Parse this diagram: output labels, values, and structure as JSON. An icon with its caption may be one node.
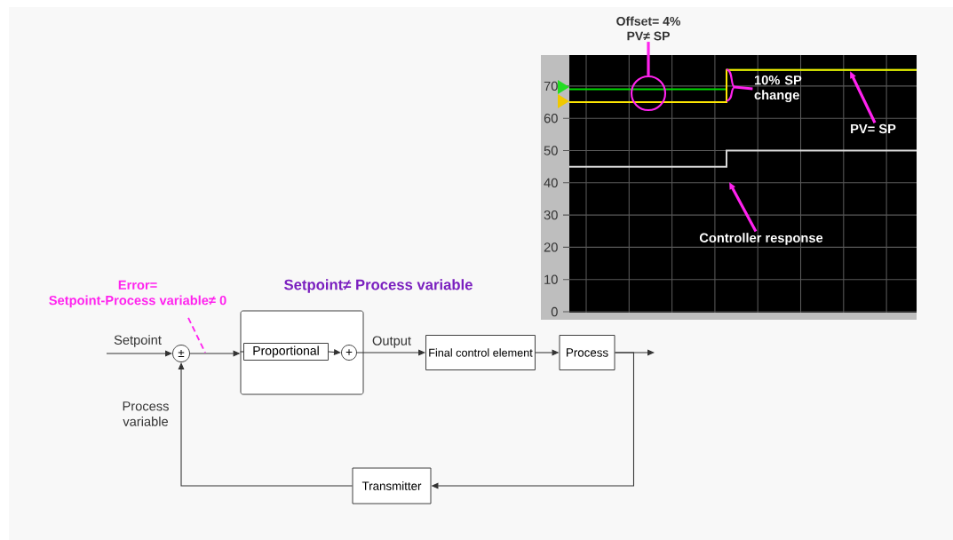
{
  "diagram": {
    "nodes": [
      {
        "text": [
          "Setpoint≠ Process variable"
        ]
      },
      {
        "text": [
          "Proportional"
        ],
        "in": 0
      },
      {
        "text": [
          "+"
        ],
        "in": 0
      },
      {
        "text": [
          "±"
        ]
      },
      {
        "text": [
          "Final control element"
        ]
      },
      {
        "text": [
          "Process"
        ]
      },
      {
        "text": [
          "Transmitter"
        ]
      },
      {
        "text": [
          "Error=",
          "Setpoint-Process variable≠ 0"
        ]
      },
      {
        "text": [
          "Offset= 4%",
          "PV≠ SP"
        ]
      },
      {
        "text": [],
        "shape": "circle"
      },
      {
        "text": [
          "10% SP change"
        ]
      },
      {
        "text": [
          "PV= SP"
        ]
      },
      {
        "text": [
          "Controller response"
        ]
      }
    ],
    "edges": [
      {
        "from": null,
        "to": 3,
        "arrow": "to",
        "label": "Setpoint"
      },
      {
        "from": 3,
        "to": 0,
        "arrow": "to"
      },
      {
        "from": 1,
        "to": 2,
        "arrow": "to"
      },
      {
        "from": 2,
        "to": 4,
        "arrow": "to",
        "label": "Output"
      },
      {
        "from": 4,
        "to": 5,
        "arrow": "to"
      },
      {
        "from": 5,
        "to": null,
        "arrow": "to"
      },
      {
        "from": 5,
        "to": 6,
        "arrow": "to"
      },
      {
        "from": 6,
        "to": 3,
        "arrow": "to",
        "label": "Process variable"
      },
      {
        "from": 7,
        "to": null,
        "arrow": "none",
        "style": "dashed",
        "color": "#ff22ee"
      },
      {
        "from": 8,
        "to": 9,
        "arrow": "none",
        "style": "thick",
        "color": "#ff22ee"
      },
      {
        "from": 10,
        "to": null,
        "arrow": "none",
        "style": "thick",
        "color": "#ff22ee"
      },
      {
        "from": 11,
        "to": null,
        "arrow": "to",
        "style": "thick",
        "color": "#ff22ee"
      },
      {
        "from": 12,
        "to": null,
        "arrow": "to",
        "style": "thick",
        "color": "#ff22ee"
      }
    ],
    "labels": [
      "70",
      "60",
      "50",
      "40",
      "30",
      "20",
      "10",
      "0"
    ]
  }
}
